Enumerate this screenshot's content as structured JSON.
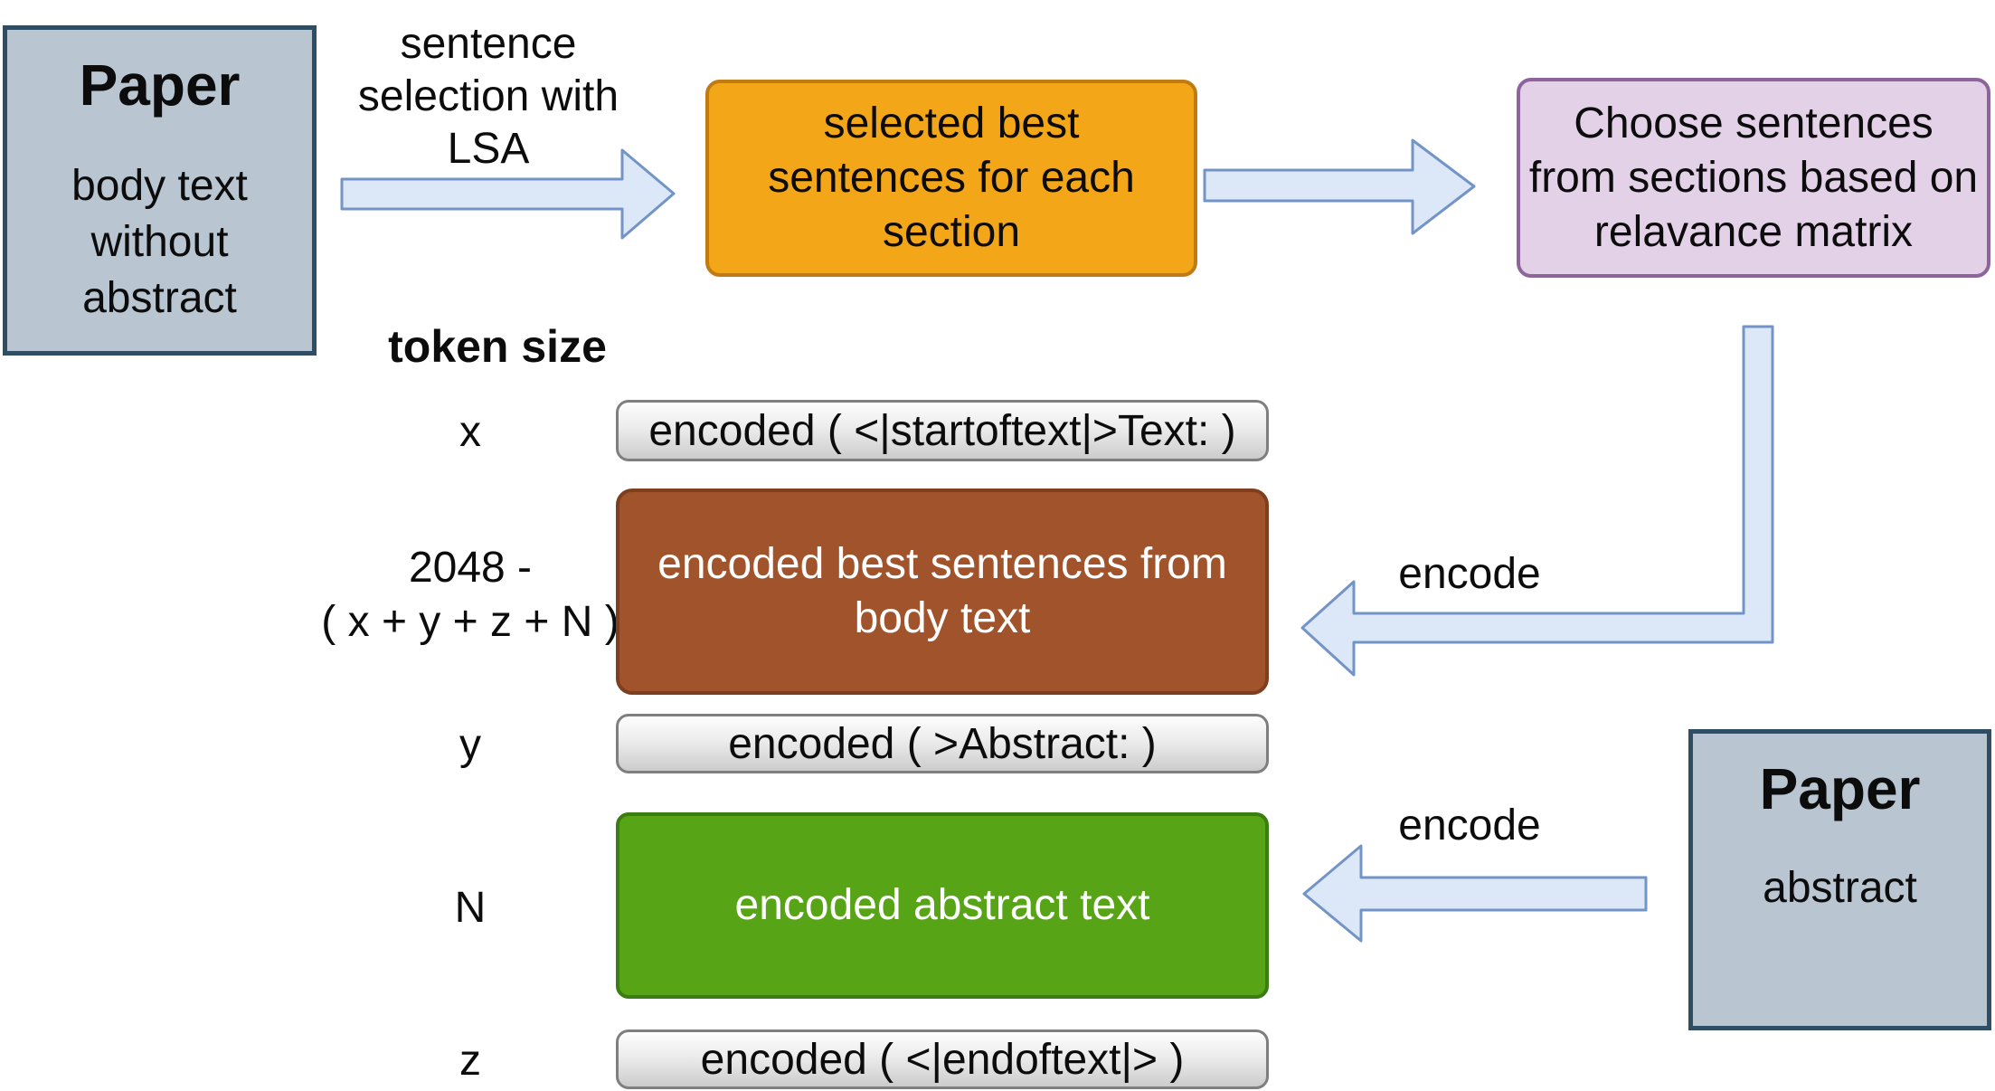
{
  "flow": {
    "paper_body": {
      "title": "Paper",
      "body": "body text\nwithout\nabstract"
    },
    "lsa_label": "sentence\nselection with\nLSA",
    "selected_best": "selected best\nsentences for each\nsection",
    "choose_sentences": "Choose sentences\nfrom sections based on\nrelavance matrix",
    "encode_top": "encode",
    "encode_bottom": "encode",
    "paper_abstract": {
      "title": "Paper",
      "body": "abstract"
    }
  },
  "token_table": {
    "header": "token size",
    "rows": [
      {
        "size": "x",
        "label": "encoded ( <|startoftext|>Text: )",
        "kind": "pill"
      },
      {
        "size": "2048 -\n( x + y + z + N )",
        "label": "encoded best sentences from\nbody text",
        "kind": "brown-box"
      },
      {
        "size": "y",
        "label": "encoded ( >Abstract: )",
        "kind": "pill"
      },
      {
        "size": "N",
        "label": "encoded abstract text",
        "kind": "green-box"
      },
      {
        "size": "z",
        "label": "encoded ( <|endoftext|> )",
        "kind": "pill"
      }
    ]
  },
  "colors": {
    "paper_fill": "#b9c6d1",
    "paper_border": "#2f4d63",
    "orange_fill": "#f2a618",
    "orange_border": "#c07b12",
    "purple_fill": "#e3d1e7",
    "purple_border": "#8d649c",
    "brown_fill": "#a1532b",
    "brown_border": "#7d3f1e",
    "green_fill": "#57a417",
    "green_border": "#3a7d10",
    "pill_fill": "#e0e0e0",
    "pill_border": "#7f7f7f",
    "arrow_fill": "#dce8f8",
    "arrow_border": "#7394c6"
  }
}
